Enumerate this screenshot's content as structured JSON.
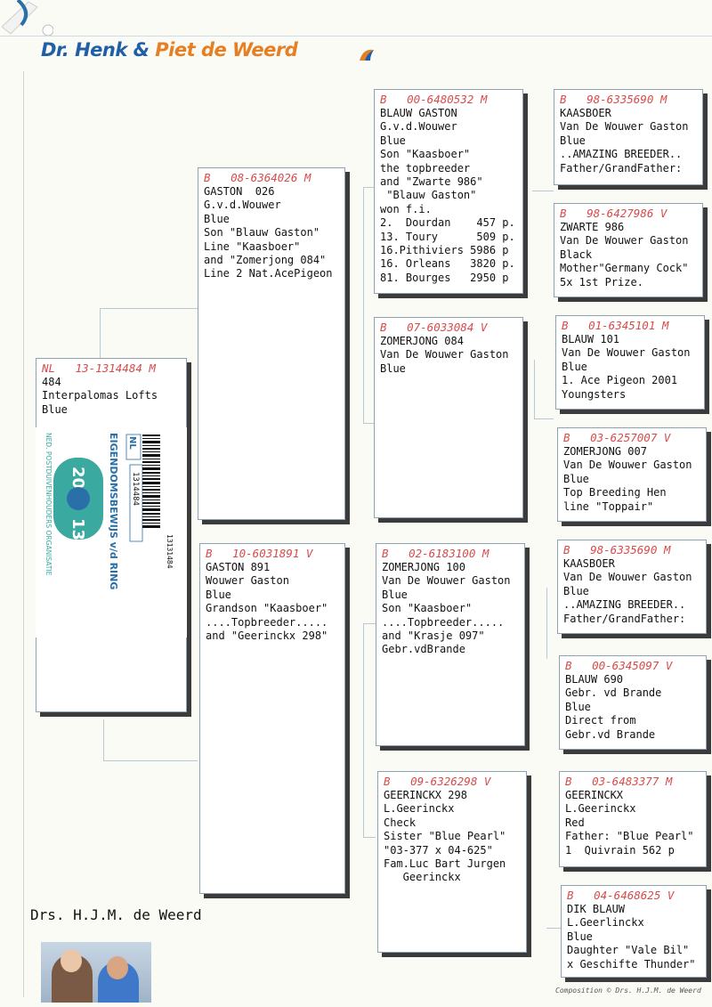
{
  "header": {
    "part1": "Dr. Henk & ",
    "part2": "Piet de Weerd"
  },
  "pedigree": {
    "subject": {
      "ring": "NL   13-1314484 M",
      "lines": [
        "484",
        "Interpalomas Lofts",
        "Blue"
      ]
    },
    "sire": {
      "ring": "B   08-6364026 M",
      "lines": [
        "GASTON  026",
        "G.v.d.Wouwer",
        "Blue",
        "Son \"Blauw Gaston\"",
        "Line \"Kaasboer\"",
        "and \"Zomerjong 084\"",
        "Line 2 Nat.AcePigeon"
      ]
    },
    "dam": {
      "ring": "B   10-6031891 V",
      "lines": [
        "GASTON 891",
        "Wouwer Gaston",
        "Blue",
        "Grandson \"Kaasboer\"",
        "....Topbreeder.....",
        "and \"Geerinckx 298\""
      ]
    },
    "ss": {
      "ring": "B   00-6480532 M",
      "lines": [
        "BLAUW GASTON",
        "G.v.d.Wouwer",
        "Blue",
        "Son \"Kaasboer\"",
        "the topbreeder",
        "and \"Zwarte 986\"",
        " \"Blauw Gaston\"",
        "won f.i.",
        "2.  Dourdan    457 p.",
        "13. Toury      509 p.",
        "16.Pithiviers 5986 p",
        "16. Orleans   3820 p.",
        "81. Bourges   2950 p"
      ]
    },
    "sd": {
      "ring": "B   07-6033084 V",
      "lines": [
        "ZOMERJONG 084",
        "Van De Wouwer Gaston",
        "Blue"
      ]
    },
    "ds": {
      "ring": "B   02-6183100 M",
      "lines": [
        "ZOMERJONG 100",
        "Van De Wouwer Gaston",
        "Blue",
        "Son \"Kaasboer\"",
        "....Topbreeder.....",
        "and \"Krasje 097\"",
        "Gebr.vdBrande"
      ]
    },
    "dd": {
      "ring": "B   09-6326298 V",
      "lines": [
        "GEERINCKX 298",
        "L.Geerinckx",
        "Check",
        "Sister \"Blue Pearl\"",
        "\"03-377 x 04-625\"",
        "Fam.Luc Bart Jurgen",
        "   Geerinckx"
      ]
    },
    "sss": {
      "ring": "B   98-6335690 M",
      "lines": [
        "KAASBOER",
        "Van De Wouwer Gaston",
        "Blue",
        "..AMAZING BREEDER..",
        "Father/GrandFather:"
      ]
    },
    "ssd": {
      "ring": "B   98-6427986 V",
      "lines": [
        "ZWARTE 986",
        "Van De Wouwer Gaston",
        "Black",
        "Mother\"Germany Cock\"",
        "5x 1st Prize."
      ]
    },
    "sds": {
      "ring": "B   01-6345101 M",
      "lines": [
        "BLAUW 101",
        "Van De Wouwer Gaston",
        "Blue",
        "1. Ace Pigeon 2001",
        "Youngsters"
      ]
    },
    "sdd": {
      "ring": "B   03-6257007 V",
      "lines": [
        "ZOMERJONG 007",
        "Van De Wouwer Gaston",
        "Blue",
        "Top Breeding Hen",
        "line \"Toppair\""
      ]
    },
    "dss": {
      "ring": "B   98-6335690 M",
      "lines": [
        "KAASBOER",
        "Van De Wouwer Gaston",
        "Blue",
        "..AMAZING BREEDER..",
        "Father/GrandFather:"
      ]
    },
    "dsd": {
      "ring": "B   00-6345097 V",
      "lines": [
        "BLAUW 690",
        "Gebr. vd Brande",
        "Blue",
        "Direct from",
        "Gebr.vd Brande"
      ]
    },
    "dds": {
      "ring": "B   03-6483377 M",
      "lines": [
        "GEERINCKX",
        "L.Geerinckx",
        "Red",
        "Father: \"Blue Pearl\"",
        "1  Quivrain 562 p"
      ]
    },
    "ddd": {
      "ring": "B   04-6468625 V",
      "lines": [
        "DIK BLAUW",
        "L.Geerlinckx",
        "Blue",
        "Daughter \"Vale Bil\"",
        "x Geschifte Thunder\""
      ]
    }
  },
  "certificate": {
    "org": "NED. POSTDUIVENHOUDERS ORGANISATIE",
    "title": "EIGENDOMSBEWIJS v/d RING",
    "year_a": "20",
    "year_b": "13",
    "country": "NL",
    "number": "1314484",
    "barcode_text": "13131484"
  },
  "signature": "Drs. H.J.M. de Weerd",
  "copyright": "Composition © Drs. H.J.M. de Weerd",
  "colors": {
    "ring": "#d64b4b",
    "header_blue": "#1f5fa8",
    "header_orange": "#e67e22",
    "cert_green": "#3aa9a0"
  }
}
